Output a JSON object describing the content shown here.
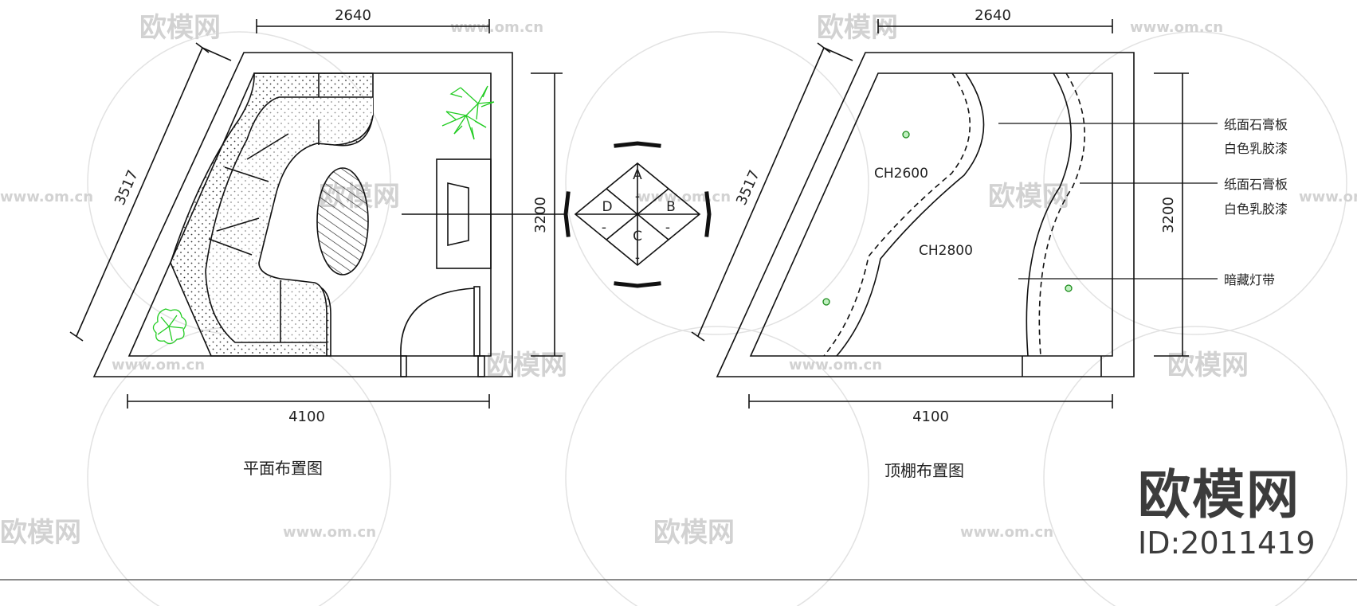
{
  "plan": {
    "dim_top": "2640",
    "dim_left": "3517",
    "dim_right": "3200",
    "dim_bottom": "4100",
    "caption": "平面布置图"
  },
  "elevation_key": {
    "a": "A",
    "b": "B",
    "c": "C",
    "d": "D",
    "dash": "-"
  },
  "ceiling": {
    "dim_top": "2640",
    "dim_left": "3517",
    "dim_right": "3200",
    "dim_bottom": "4100",
    "height_1": "CH2600",
    "height_2": "CH2800",
    "note_1_line1": "纸面石膏板",
    "note_1_line2": "白色乳胶漆",
    "note_2_line1": "纸面石膏板",
    "note_2_line2": "白色乳胶漆",
    "note_3": "暗藏灯带",
    "caption": "顶棚布置图"
  },
  "watermark": {
    "logo_text": "欧模网",
    "url_text": "www.om.cn"
  },
  "brand": {
    "name": "欧模网",
    "id": "ID:2011419"
  },
  "colors": {
    "line": "#111111",
    "plant": "#22cc22",
    "watermark": "#d2d2d2",
    "brand": "#3c3c3c"
  }
}
